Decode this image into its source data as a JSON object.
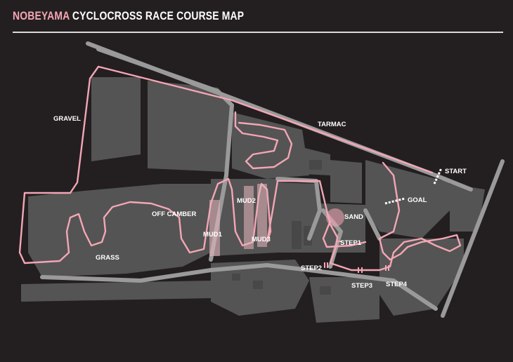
{
  "title": {
    "accent": "NOBEYAMA",
    "rest": " CYCLOCROSS RACE COURSE MAP"
  },
  "labels": {
    "gravel": "GRAVEL",
    "tarmac": "TARMAC",
    "start": "START",
    "goal": "GOAL",
    "sand": "SAND",
    "off_camber": "OFF CAMBER",
    "mud1": "MUD1",
    "mud2": "MUD2",
    "mud3": "MUD3",
    "grass": "GRASS",
    "step1": "STEP1",
    "step2": "STEP2",
    "step3": "STEP3",
    "step4": "STEP4"
  },
  "colors": {
    "background": "#231f20",
    "terrain": "#545454",
    "road": "#9a9a9a",
    "course": "#f4a6b5",
    "title_accent": "#f4a6b5"
  }
}
